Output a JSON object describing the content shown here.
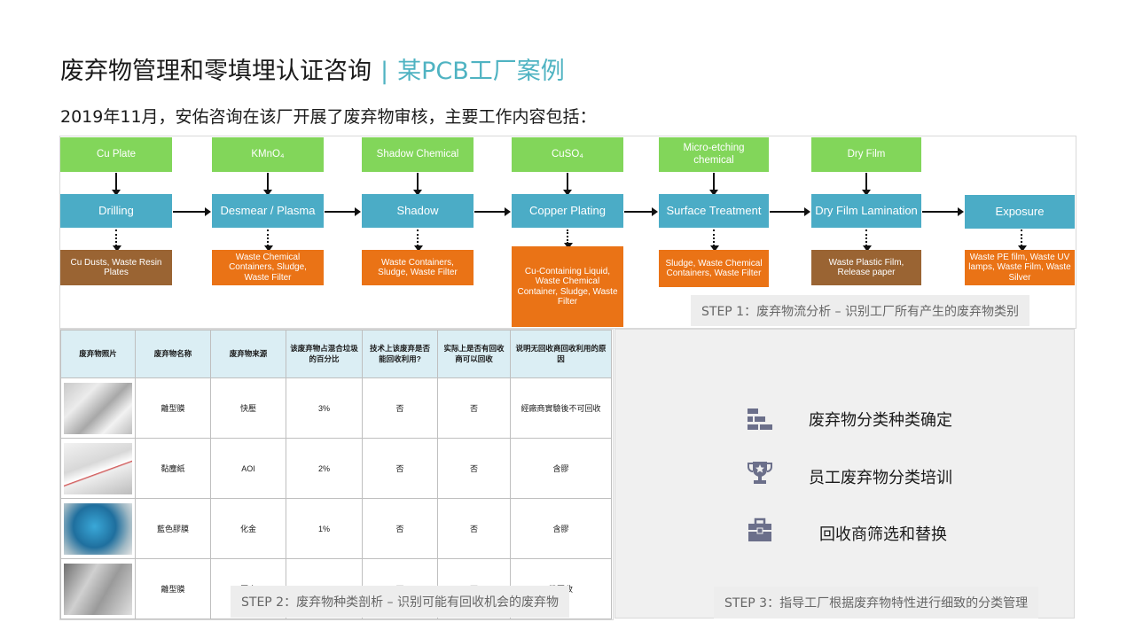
{
  "header": {
    "title": "废弃物管理和零填埋认证咨询",
    "separator": "|",
    "case_label": "某PCB工厂案例",
    "intro": "2019年11月，安佑咨询在该厂开展了废弃物审核，主要工作内容包括："
  },
  "flow": {
    "inputs": [
      "Cu Plate",
      "KMnO₄",
      "Shadow Chemical",
      "CuSO₄",
      "Micro-etching chemical",
      "Dry Film"
    ],
    "processes": [
      "Drilling",
      "Desmear / Plasma",
      "Shadow",
      "Copper Plating",
      "Surface Treatment",
      "Dry Film Lamination",
      "Exposure"
    ],
    "wastes": [
      "Cu Dusts, Waste Resin Plates",
      "Waste Chemical Containers, Sludge, Waste Filter",
      "Waste Containers, Sludge, Waste Filter",
      "Cu-Containing Liquid, Waste Chemical Container, Sludge, Waste Filter",
      "Sludge, Waste Chemical Containers, Waste Filter",
      "Waste Plastic Film, Release paper",
      "Waste PE film, Waste UV lamps, Waste Film, Waste Silver"
    ],
    "colors": {
      "input": "#82d65a",
      "process": "#4bacc6",
      "waste": "#ea7316",
      "waste_alt": "#9a6433"
    }
  },
  "steps": {
    "step1": "STEP 1：废弃物流分析 – 识别工厂所有产生的废弃物类别",
    "step2": "STEP 2：废弃物种类剖析 – 识别可能有回收机会的废弃物",
    "step3": "STEP 3：指导工厂根据废弃物特性进行细致的分类管理"
  },
  "table": {
    "headers": [
      "废弃物照片",
      "废弃物名称",
      "废弃物来源",
      "该废弃物占混合垃圾的百分比",
      "技术上该废弃是否能回收利用?",
      "实际上是否有回收商可以回收",
      "说明无回收商回收利用的原因"
    ],
    "rows": [
      {
        "name": "離型膜",
        "source": "快壓",
        "percent": "3%",
        "tech": "否",
        "actual": "否",
        "reason": "經廠商實驗後不可回收"
      },
      {
        "name": "黏塵紙",
        "source": "AOI",
        "percent": "2%",
        "tech": "否",
        "actual": "否",
        "reason": "含膠"
      },
      {
        "name": "藍色膠膜",
        "source": "化金",
        "percent": "1%",
        "tech": "否",
        "actual": "否",
        "reason": "含膠"
      },
      {
        "name": "離型膜",
        "source": "壓合",
        "percent": "1%",
        "tech": "否",
        "actual": "否",
        "reason": "難回收"
      }
    ]
  },
  "tasks": [
    {
      "icon": "bricks-icon",
      "label": "废弃物分类种类确定"
    },
    {
      "icon": "trophy-icon",
      "label": "员工废弃物分类培训"
    },
    {
      "icon": "briefcase-icon",
      "label": "回收商筛选和替换"
    }
  ]
}
